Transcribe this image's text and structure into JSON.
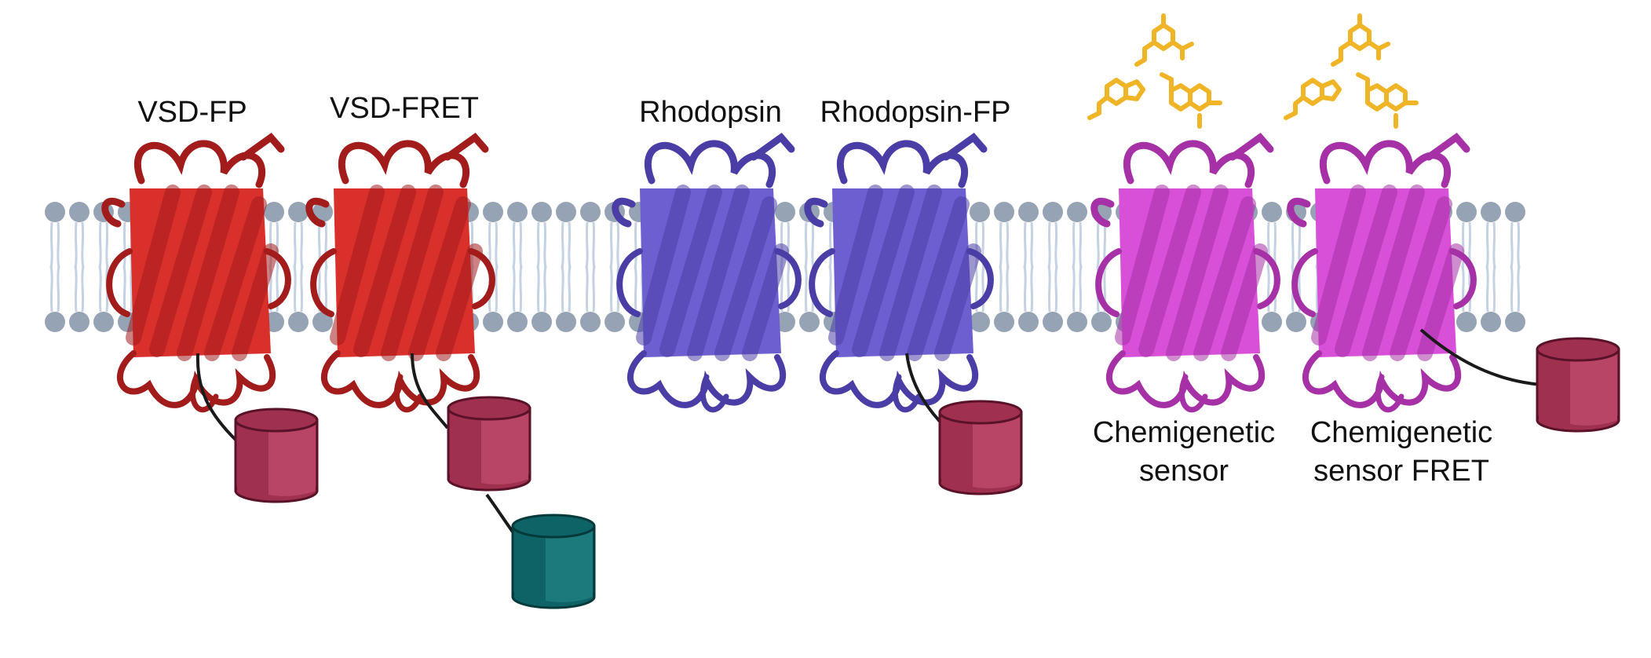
{
  "labels": {
    "vsd_fp": "VSD-FP",
    "vsd_fret": "VSD-FRET",
    "rhodopsin": "Rhodopsin",
    "rhodopsin_fp": "Rhodopsin-FP",
    "chemigenetic_line1": "Chemigenetic",
    "chemigenetic_line2": "sensor",
    "chemigenetic_fret_line1": "Chemigenetic",
    "chemigenetic_fret_line2": "sensor FRET"
  },
  "icons": {
    "protein": "beta-barrel-protein-icon",
    "fluorophore": "cylinder-fluorophore-icon",
    "dye": "small-molecule-dye-icon",
    "membrane": "lipid-bilayer"
  },
  "colors": {
    "background": "#ffffff",
    "lipid_head": "#96a3b5",
    "lipid_tail": "#c5d2e3",
    "vsd_protein": "#d9302c",
    "vsd_protein_dark": "#a31c1c",
    "rhodopsin_protein": "#6e5fd0",
    "rhodopsin_protein_dark": "#4a3ea6",
    "chemigenetic_protein": "#d84fd8",
    "chemigenetic_protein_dark": "#a631a6",
    "fp_cylinder": "#a03050",
    "fp_cylinder_dark": "#7a1f3a",
    "fret_cylinder": "#0e6366",
    "fret_cylinder_dark": "#084548",
    "dye": "#f0b526",
    "linker": "#1a1a1a"
  }
}
